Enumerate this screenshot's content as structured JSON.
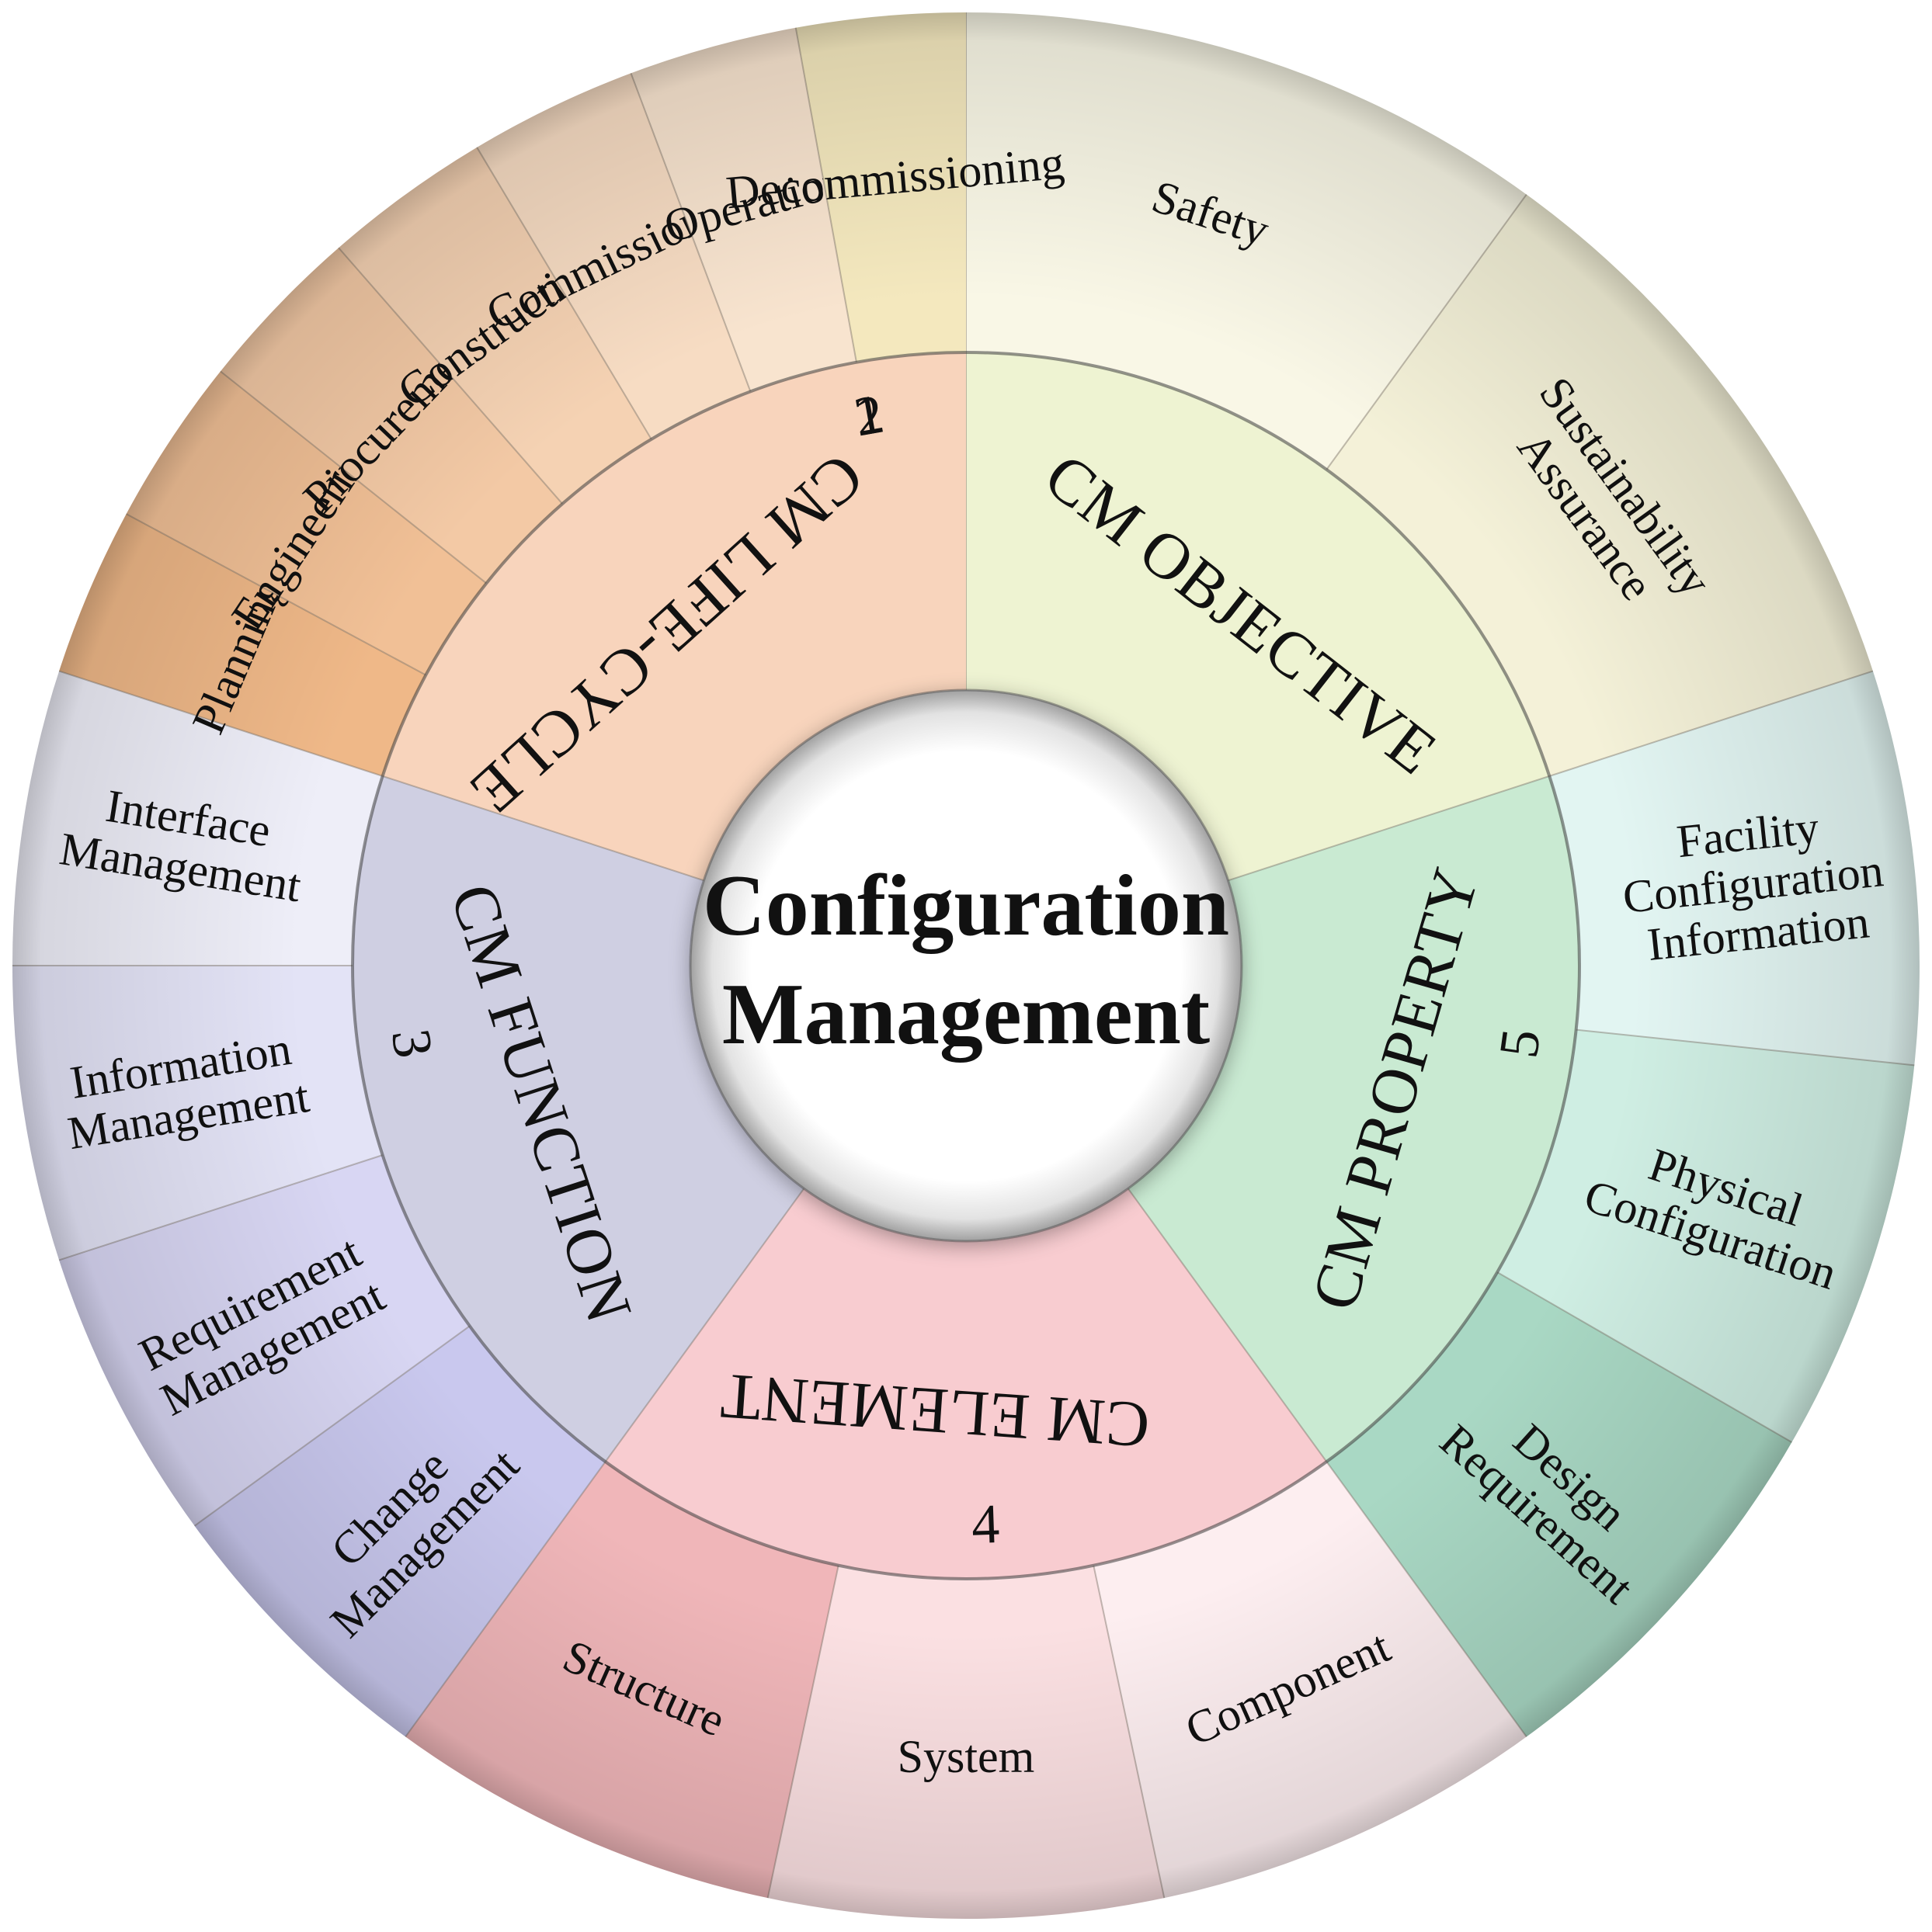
{
  "title_lines": [
    "Configuration",
    "Management"
  ],
  "categories": [
    {
      "id": "objective",
      "number": "1",
      "label": "CM OBJECTIVE",
      "colors": {
        "inner": "#eef3d2",
        "outer": "#f6f3dc"
      },
      "items": [
        {
          "lines": [
            "Safety"
          ],
          "color": "#f9f7e6"
        },
        {
          "lines": [
            "Sustainability",
            "Assurance"
          ],
          "color": "#f4f1d8"
        }
      ]
    },
    {
      "id": "property",
      "number": "5",
      "label": "CM PROPERTY",
      "colors": {
        "inner": "#c9ead2",
        "outer": "#cdeee4"
      },
      "items": [
        {
          "lines": [
            "Facility",
            "Configuration",
            "Information"
          ],
          "color": "#e2f5f2"
        },
        {
          "lines": [
            "Physical",
            "Configuration"
          ],
          "color": "#cfeee3"
        },
        {
          "lines": [
            "Design",
            "Requirement"
          ],
          "color": "#a9d8c4"
        }
      ]
    },
    {
      "id": "element",
      "number": "4",
      "label": "CM ELEMENT",
      "colors": {
        "inner": "#f8ccd0",
        "outer": "#fce3e5"
      },
      "items": [
        {
          "lines": [
            "Component"
          ],
          "color": "#fdeef0"
        },
        {
          "lines": [
            "System"
          ],
          "color": "#fbe0e2"
        },
        {
          "lines": [
            "Structure"
          ],
          "color": "#f0b6b9"
        }
      ]
    },
    {
      "id": "function",
      "number": "3",
      "label": "CM FUNCTION",
      "colors": {
        "inner": "#cfcfe2",
        "outer": "#dcdcf2"
      },
      "items": [
        {
          "lines": [
            "Change",
            "Management"
          ],
          "color": "#c9c8ee"
        },
        {
          "lines": [
            "Requirement",
            "Management"
          ],
          "color": "#d8d6f3"
        },
        {
          "lines": [
            "Information",
            "Management"
          ],
          "color": "#e3e3f6"
        },
        {
          "lines": [
            "Interface",
            "Management"
          ],
          "color": "#eeeef8"
        }
      ]
    },
    {
      "id": "lifecycle",
      "number": "2",
      "label": "CM LIFE-CYCLE",
      "colors": {
        "inner": "#f8d4bc",
        "outer": "#f6dcc6"
      },
      "items": [
        {
          "lines": [
            "Planning"
          ],
          "color": "#efb888"
        },
        {
          "lines": [
            "Engineering"
          ],
          "color": "#f1c096"
        },
        {
          "lines": [
            "Procurement"
          ],
          "color": "#f3c9a5"
        },
        {
          "lines": [
            "Construction"
          ],
          "color": "#f5d2b3"
        },
        {
          "lines": [
            "Commissioning"
          ],
          "color": "#f7dcc3"
        },
        {
          "lines": [
            "Operation"
          ],
          "color": "#f8e4cf"
        },
        {
          "lines": [
            "Decommissioning"
          ],
          "color": "#f4e8be"
        }
      ]
    }
  ]
}
